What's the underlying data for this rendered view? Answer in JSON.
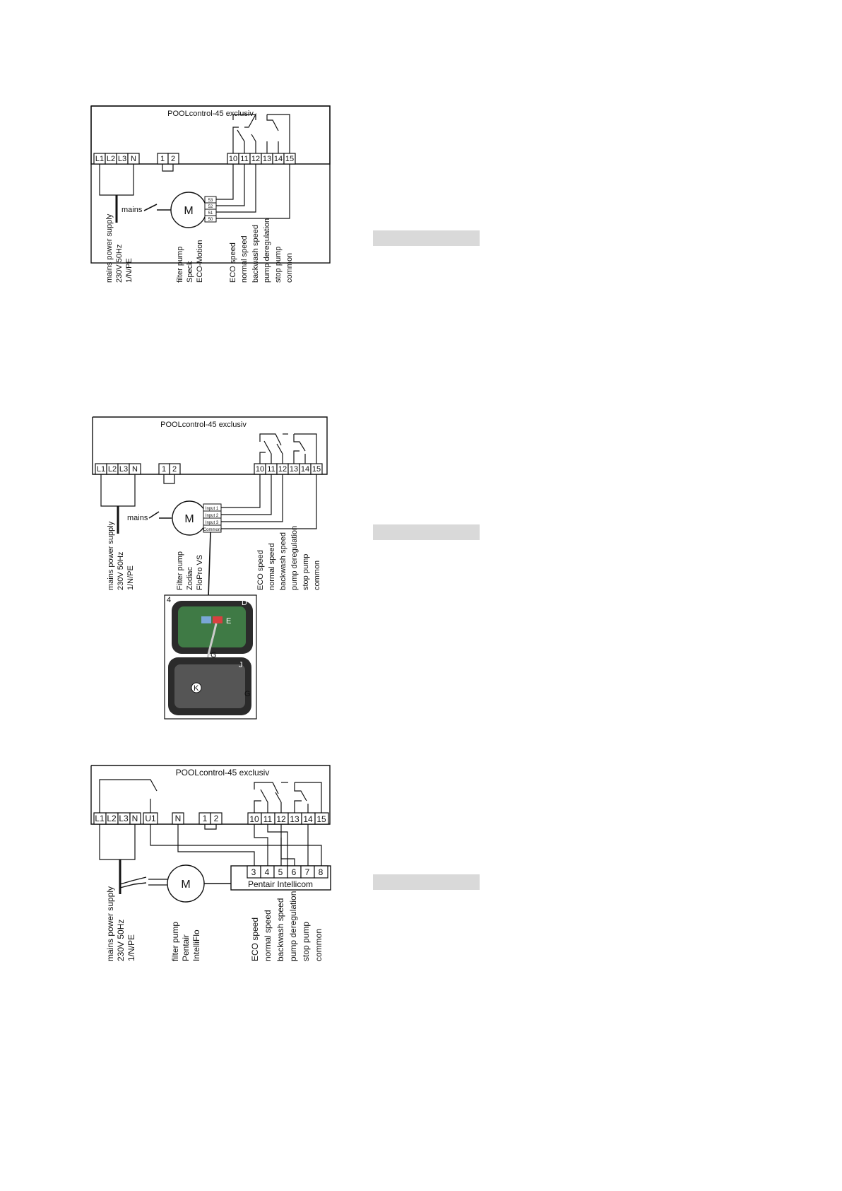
{
  "diagrams": [
    {
      "title": "POOLcontrol-45 exclusiv",
      "left_terminals": [
        "L1",
        "L2",
        "L3",
        "N"
      ],
      "mid_terminals": [
        "1",
        "2"
      ],
      "relay_terminals": [
        "10",
        "11",
        "12",
        "13",
        "14",
        "15"
      ],
      "mains_label": "mains",
      "motor_label": "M",
      "motor_terminals": [
        "53",
        "52",
        "51",
        "50"
      ],
      "supply_labels": [
        "mains power supply",
        "230V 50Hz",
        "1/N/PE"
      ],
      "pump_labels": [
        "filter pump",
        "Speck",
        "ECO-Motion"
      ],
      "function_labels": [
        "ECO speed",
        "normal speed",
        "backwash speed",
        "pump deregulation",
        "stop pump",
        "common"
      ]
    },
    {
      "title": "POOLcontrol-45 exclusiv",
      "left_terminals": [
        "L1",
        "L2",
        "L3",
        "N"
      ],
      "mid_terminals": [
        "1",
        "2"
      ],
      "relay_terminals": [
        "10",
        "11",
        "12",
        "13",
        "14",
        "15"
      ],
      "mains_label": "mains",
      "motor_label": "M",
      "motor_terminals": [
        "Input 1",
        "Input 2",
        "Input 3",
        "Common"
      ],
      "supply_labels": [
        "mains power supply",
        "230V 50Hz",
        "1/N/PE"
      ],
      "pump_labels": [
        "Filter pump",
        "Zodiac",
        "FloPro VS"
      ],
      "function_labels": [
        "ECO speed",
        "normal speed",
        "backwash speed",
        "pump deregulation",
        "stop pump",
        "common"
      ],
      "photo_labels": [
        "4",
        "D",
        "E",
        "G",
        "J",
        "K",
        "G"
      ]
    },
    {
      "title": "POOLcontrol-45 exclusiv",
      "left_terminals": [
        "L1",
        "L2",
        "L3",
        "N",
        "U1"
      ],
      "n_terminal": "N",
      "mid_terminals": [
        "1",
        "2"
      ],
      "relay_terminals": [
        "10",
        "11",
        "12",
        "13",
        "14",
        "15"
      ],
      "motor_label": "M",
      "module_terminals": [
        "3",
        "4",
        "5",
        "6",
        "7",
        "8"
      ],
      "module_label": "Pentair Intellicom",
      "supply_labels": [
        "mains power supply",
        "230V 50Hz",
        "1/N/PE"
      ],
      "pump_labels": [
        "filter pump",
        "Pentair",
        "IntelliFlo"
      ],
      "function_labels": [
        "ECO speed",
        "normal speed",
        "backwash speed",
        "pump deregulation",
        "stop pump",
        "common"
      ]
    }
  ],
  "colors": {
    "line": "#111111",
    "grey_bar": "#d9d9d9",
    "pcb_green": "#3f7a45",
    "housing": "#2b2b2b"
  }
}
